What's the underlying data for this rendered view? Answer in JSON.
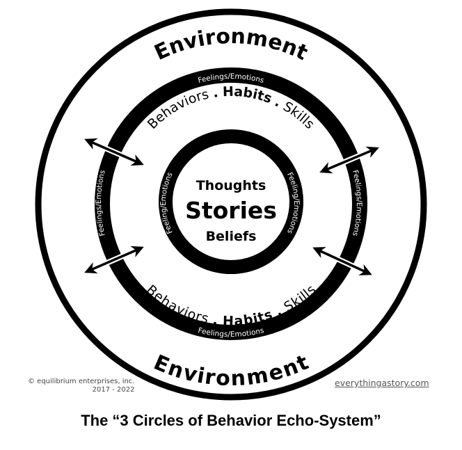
{
  "diagram": {
    "title": "The “3 Circles of Behavior Echo-System”",
    "outer_circle": {
      "label_top": "Environment",
      "label_bottom": "Environment"
    },
    "middle_ring": {
      "band_label_top": "Feelings/Emotions",
      "band_label_bottom": "Feelings/Emotions",
      "band_label_left": "Feelings/Emotions",
      "band_label_right": "Feelings/Emotions",
      "inner_text_top": [
        "Behaviors",
        ".",
        "Habits",
        ".",
        "Skills"
      ],
      "inner_text_bottom": [
        "Behaviors",
        ".",
        "Habits",
        ".",
        "Skills"
      ]
    },
    "inner_ring": {
      "band_label_left": "Feeling/Emotions",
      "band_label_right": "Feeling/Emotions"
    },
    "core": {
      "line1": "Thoughts",
      "line2": "Stories",
      "line3": "Beliefs"
    },
    "arrows": [
      "upper-left",
      "upper-right",
      "lower-left",
      "lower-right"
    ],
    "colors": {
      "ink": "#000000",
      "background": "#ffffff",
      "band_text": "#ffffff",
      "footer_text": "#444444"
    }
  },
  "footer": {
    "copyright_line1": "© equilibrium enterprises, inc.",
    "copyright_line2": "2017 - 2022",
    "website": "everythingastory.com"
  }
}
